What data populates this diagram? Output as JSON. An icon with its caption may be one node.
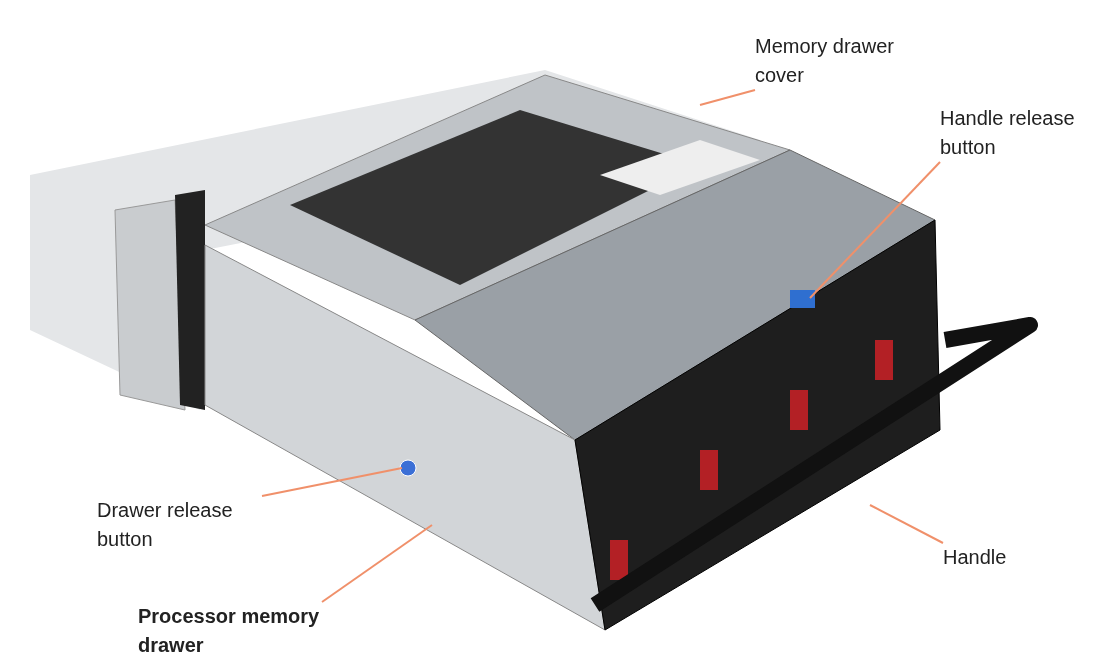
{
  "diagram": {
    "nodes": [
      {
        "text": [
          "Memory drawer cover"
        ]
      },
      {
        "text": [
          "Handle release button"
        ]
      },
      {
        "text": [
          "Drawer release button"
        ]
      },
      {
        "text": [
          "Processor memory drawer"
        ]
      },
      {
        "text": [
          "Handle"
        ]
      }
    ],
    "edges": [
      {
        "from": 0,
        "to": null,
        "arrow": "none"
      },
      {
        "from": 1,
        "to": null,
        "arrow": "none"
      },
      {
        "from": 2,
        "to": null,
        "arrow": "none"
      },
      {
        "from": 3,
        "to": null,
        "arrow": "none"
      },
      {
        "from": 4,
        "to": null,
        "arrow": "none"
      }
    ]
  }
}
